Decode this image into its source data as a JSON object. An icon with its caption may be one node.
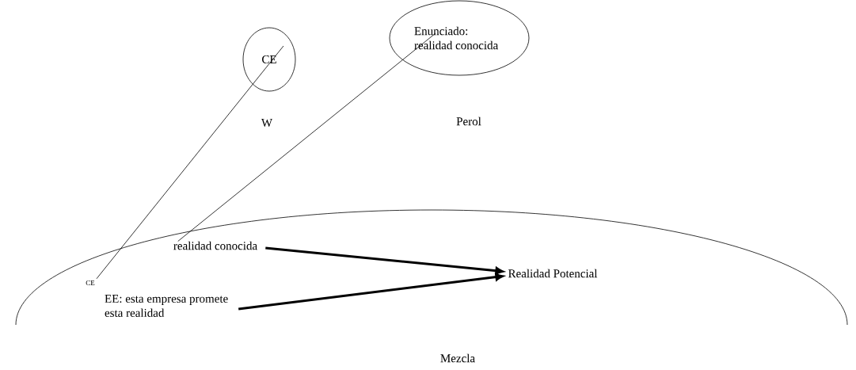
{
  "diagram": {
    "nodes": [
      {
        "text": [
          "CE"
        ],
        "beside": [
          "W"
        ]
      },
      {
        "text": [
          "Enunciado: realidad conocida"
        ],
        "beside": [
          "Perol"
        ]
      },
      {
        "text": [
          "Mezcla"
        ]
      },
      {
        "text": [
          "realidad conocida"
        ],
        "in": 2
      },
      {
        "text": [
          "CE"
        ],
        "in": 2
      },
      {
        "text": [
          "EE: esta empresa promete esta realidad"
        ],
        "in": 2
      },
      {
        "text": [
          "Realidad Potencial"
        ],
        "in": 2
      }
    ],
    "edges": [
      {
        "from": 0,
        "to": 4,
        "arrow": "none"
      },
      {
        "from": 1,
        "to": 3,
        "arrow": "none"
      },
      {
        "from": 3,
        "to": 6,
        "arrow": "to",
        "style": "thick"
      },
      {
        "from": 5,
        "to": 6,
        "arrow": "to",
        "style": "thick"
      }
    ]
  }
}
